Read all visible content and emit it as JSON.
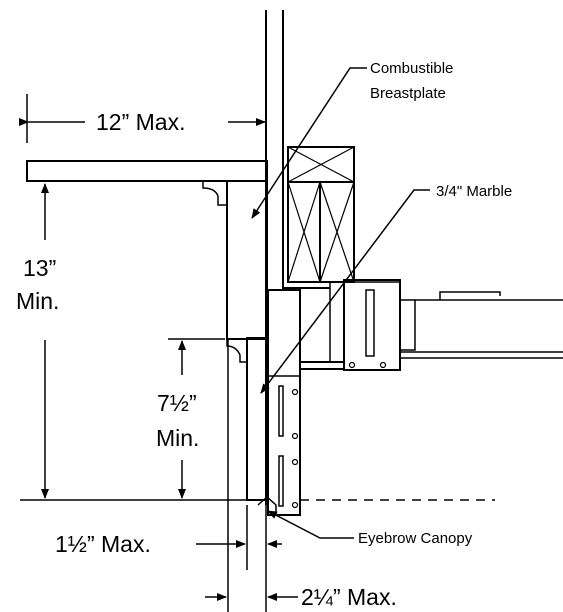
{
  "labels": {
    "max_12": "12” Max.",
    "min_13_line1": "13”",
    "min_13_line2": "Min.",
    "min_7_5_line1": "7½”",
    "min_7_5_line2": "Min.",
    "max_1_5": "1½” Max.",
    "max_2_25": "2¼” Max.",
    "combustible_line1": "Combustible",
    "combustible_line2": "Breastplate",
    "marble": "3/4\" Marble",
    "eyebrow": "Eyebrow Canopy"
  }
}
